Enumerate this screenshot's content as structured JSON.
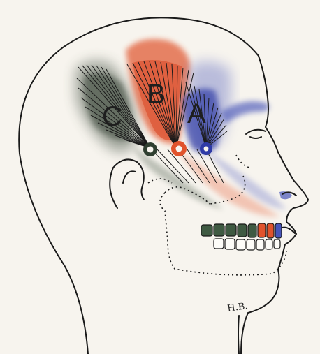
{
  "labels": {
    "region_a": "A",
    "region_b": "B",
    "region_c": "C",
    "signature": "H.B."
  },
  "colors": {
    "region_a": "#4754b8",
    "region_b": "#e0532c",
    "region_c": "#3a4a3a",
    "outline": "#1a1a1a",
    "paper": "#f7f4ee"
  }
}
